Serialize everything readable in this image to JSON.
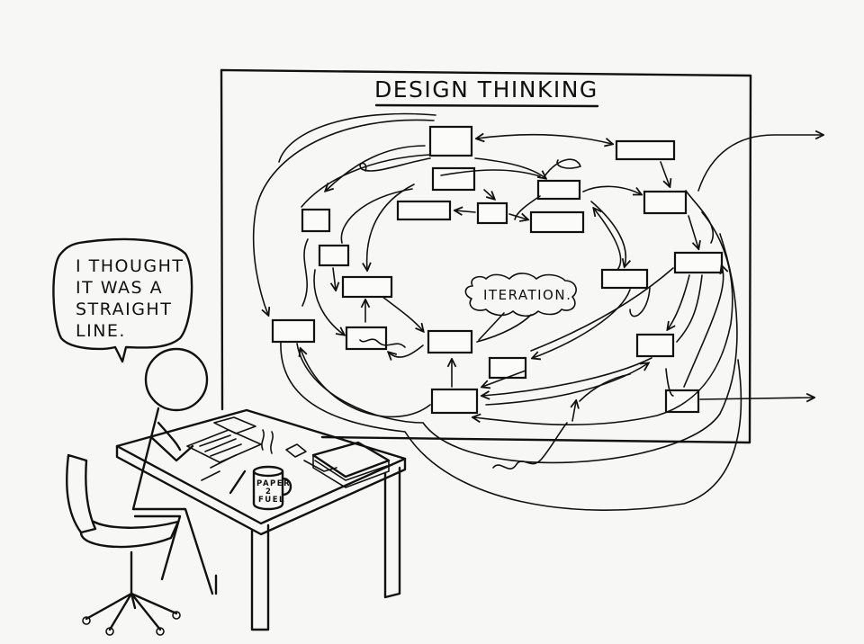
{
  "board": {
    "title": "DESIGN THINKING",
    "cloud_label": "ITERATION."
  },
  "speech": {
    "lines": [
      "I THOUGHT",
      "IT WAS A",
      "STRAIGHT",
      "LINE."
    ]
  },
  "mug": {
    "lines": [
      "PAPER",
      "2",
      "FUEL"
    ]
  }
}
